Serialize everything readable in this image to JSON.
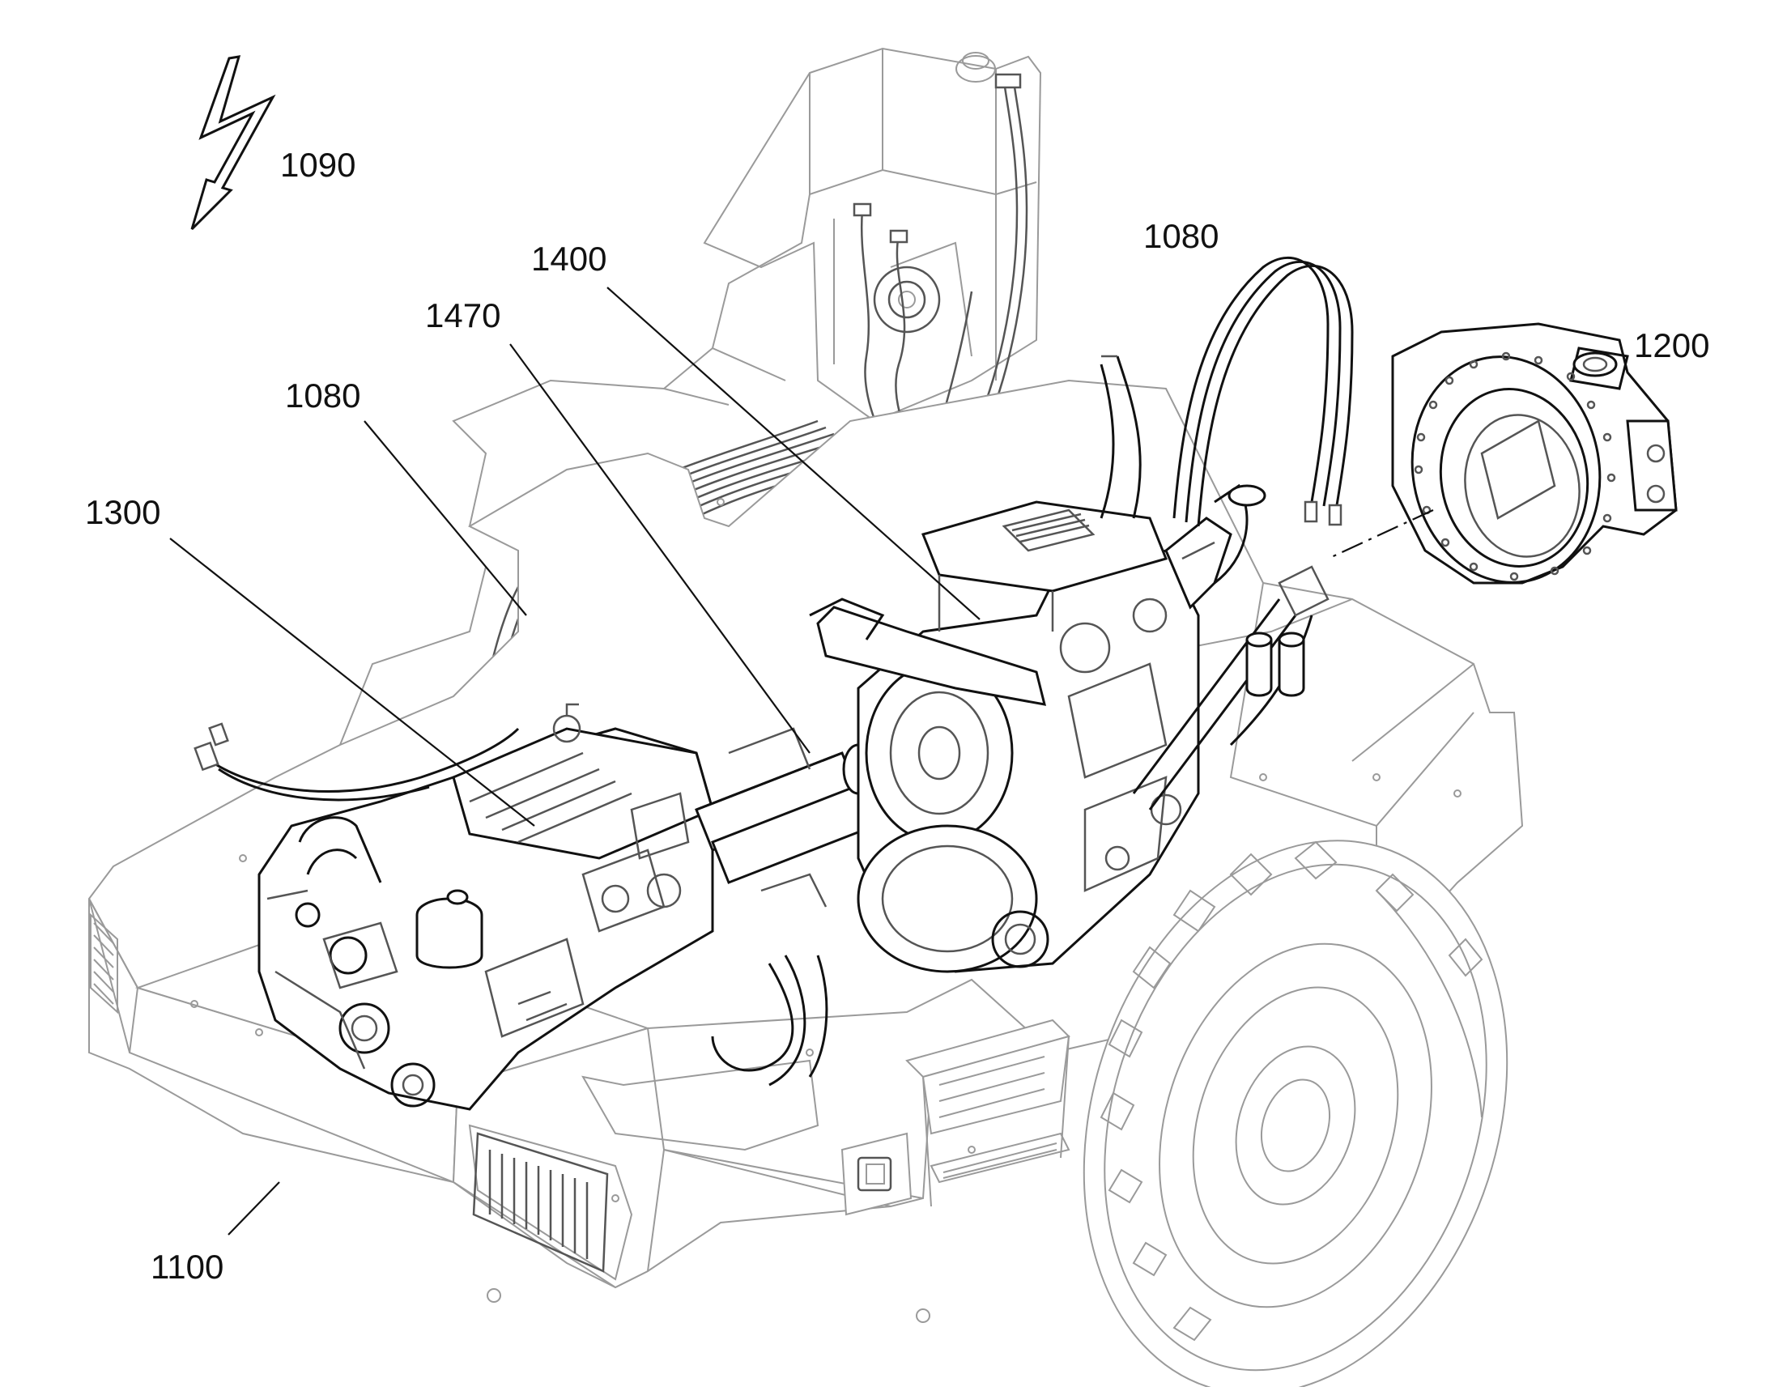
{
  "figure": {
    "labels": {
      "ref_1090": "1090",
      "ref_1080_top": "1080",
      "ref_1400": "1400",
      "ref_1470": "1470",
      "ref_1080_left": "1080",
      "ref_1300": "1300",
      "ref_1200": "1200",
      "ref_1100": "1100"
    }
  }
}
